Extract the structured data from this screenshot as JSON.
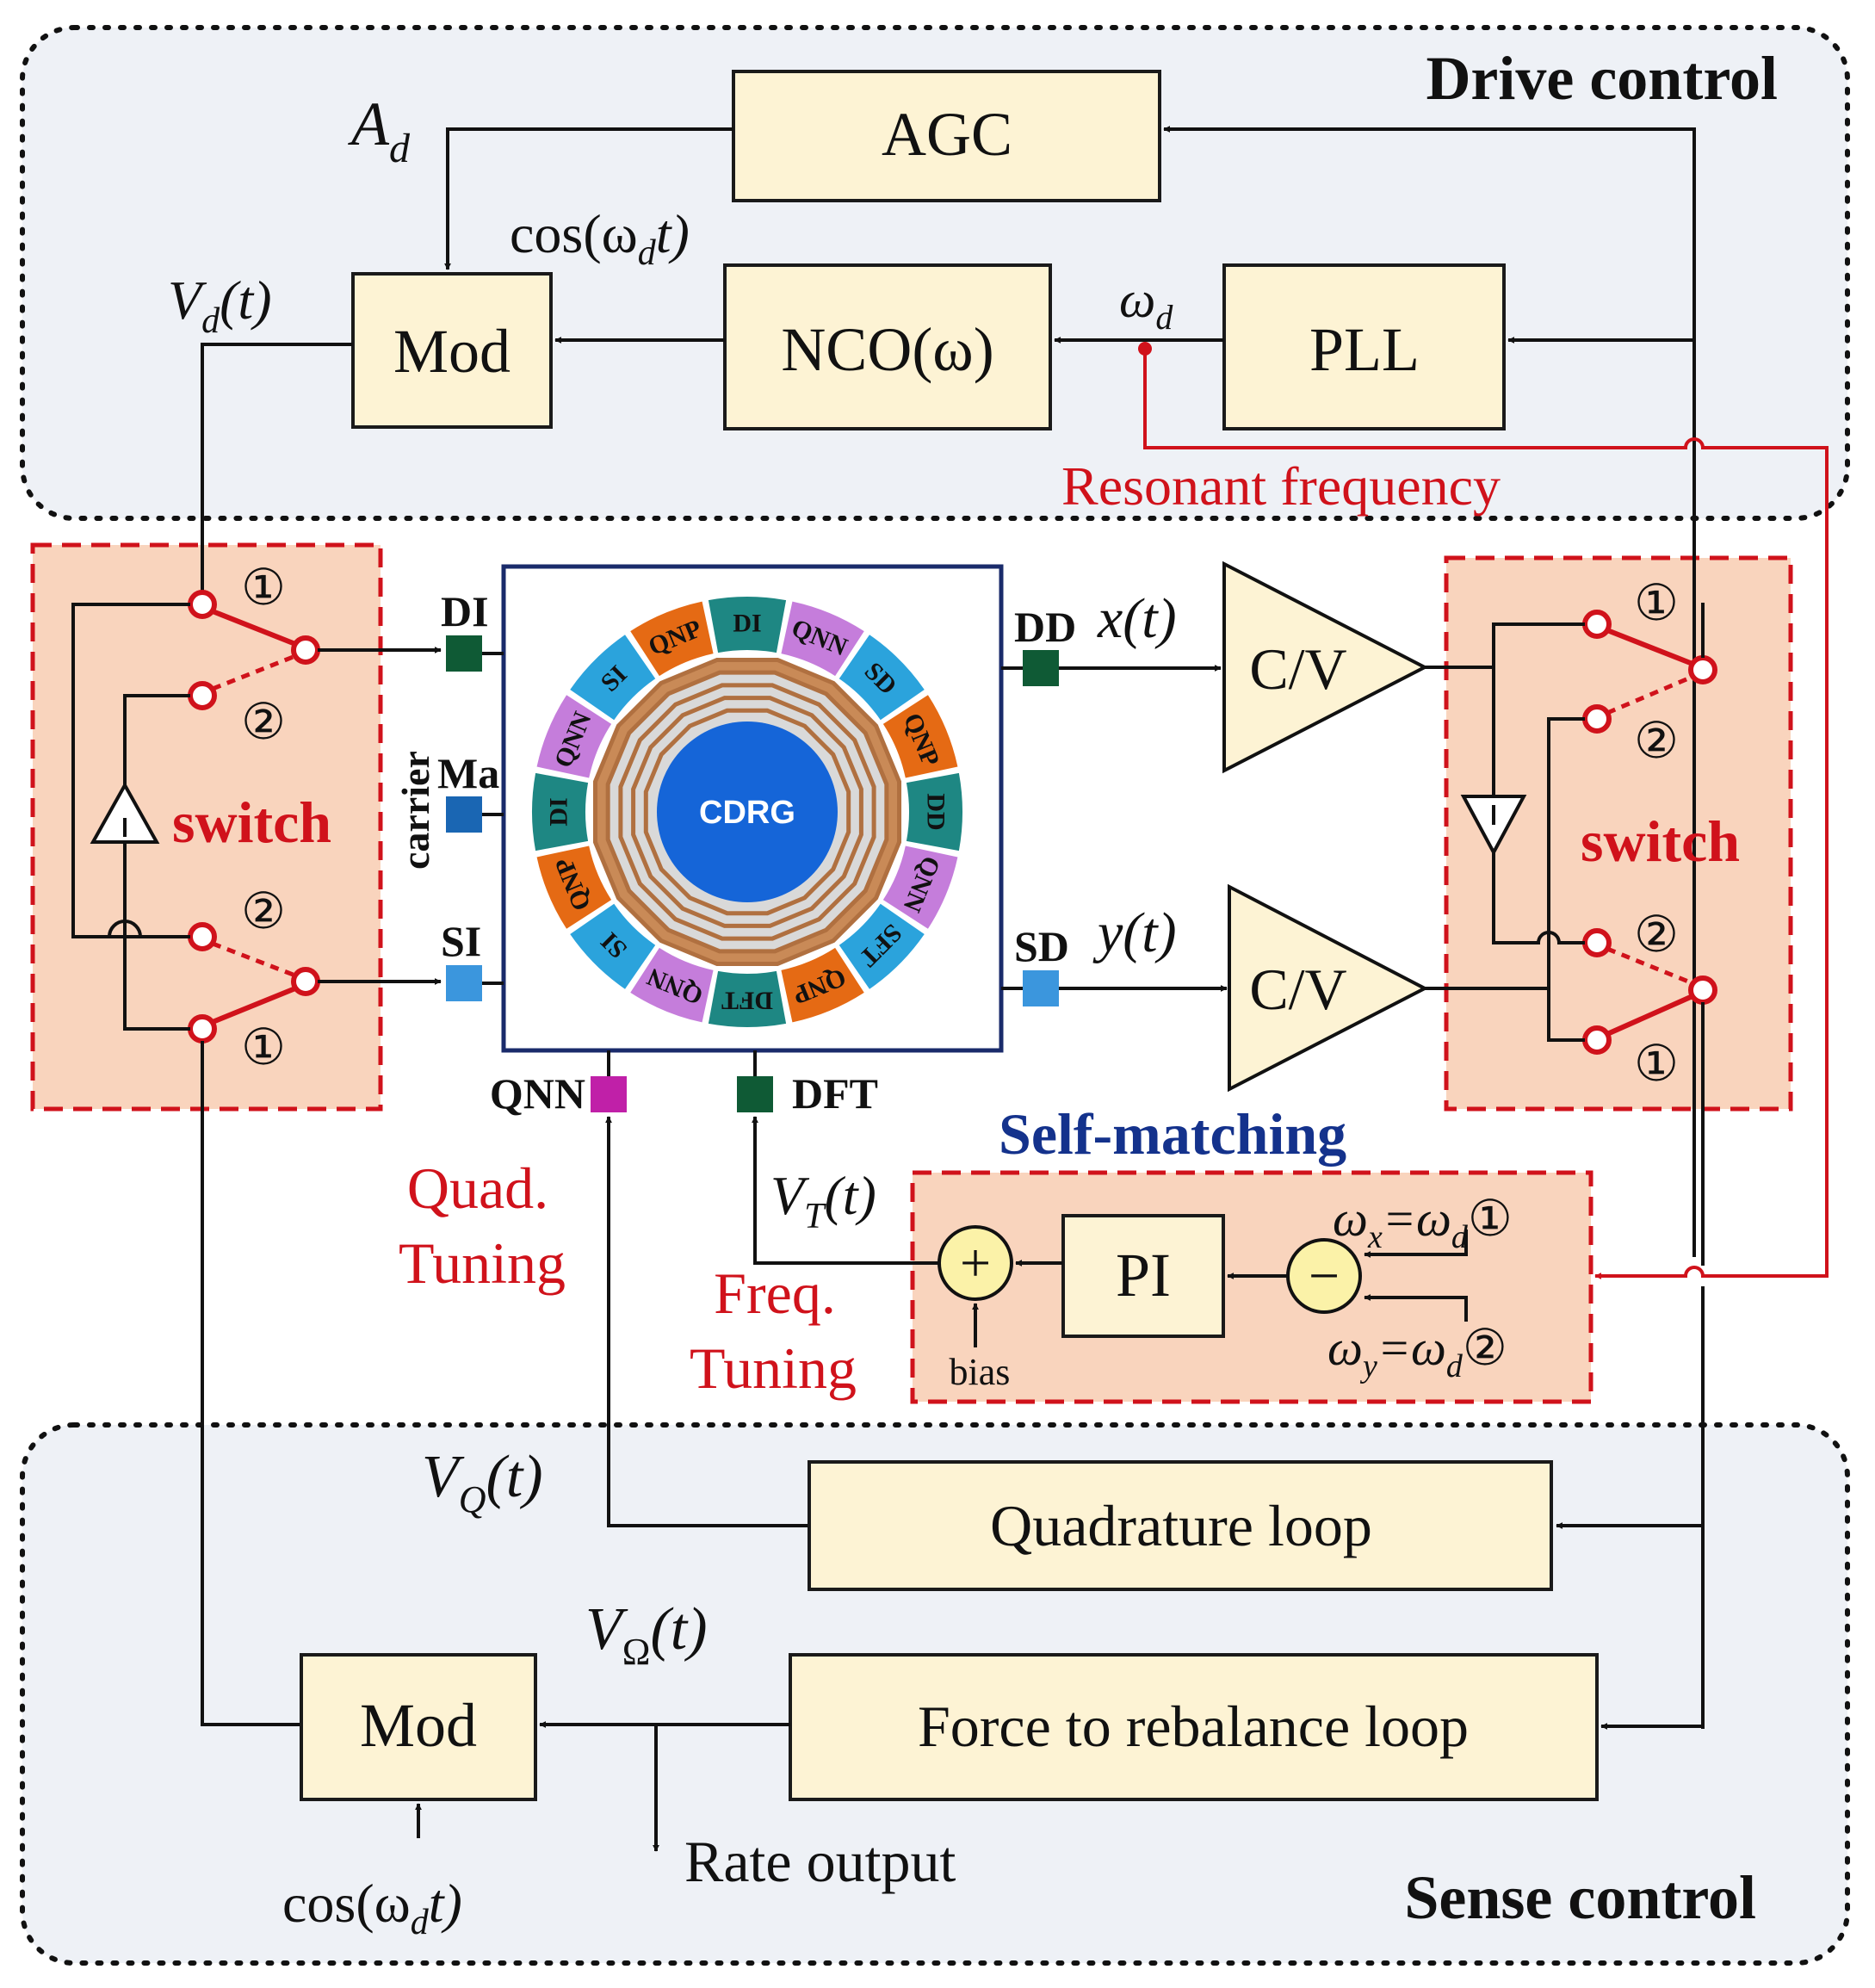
{
  "regions": {
    "drive": "Drive control",
    "sense": "Sense control",
    "self_matching": "Self-matching"
  },
  "blocks": {
    "agc": "AGC",
    "mod_top": "Mod",
    "nco": "NCO(ω)",
    "pll": "PLL",
    "cv_x": "C/V",
    "cv_y": "C/V",
    "pi": "PI",
    "quad_loop": "Quadrature loop",
    "ftr_loop": "Force to rebalance loop",
    "mod_bottom": "Mod",
    "sum_plus": "+",
    "sum_minus": "−"
  },
  "signals": {
    "ad_main": "A",
    "ad_sub": "d",
    "cos_top": "cos(ω",
    "cos_top_sub": "d",
    "cos_top_end": "t)",
    "vd_main": "V",
    "vd_sub": "d",
    "vd_end": "(t)",
    "wd_main": "ω",
    "wd_sub": "d",
    "resonant": "Resonant frequency",
    "xt": "x(t)",
    "yt": "y(t)",
    "vt_main": "V",
    "vt_sub": "T",
    "vt_end": "(t)",
    "quad_tuning_1": "Quad.",
    "quad_tuning_2": "Tuning",
    "freq_tuning_1": "Freq.",
    "freq_tuning_2": "Tuning",
    "wx_eq": "ω",
    "wx_sub": "x",
    "wx_eq2": "=ω",
    "wx_sub2": "d",
    "wx_circ": "①",
    "wy_eq": "ω",
    "wy_sub": "y",
    "wy_eq2": "=ω",
    "wy_sub2": "d",
    "wy_circ": "②",
    "bias": "bias",
    "vq_main": "V",
    "vq_sub": "Q",
    "vq_end": "(t)",
    "vo_main": "V",
    "vo_sub": "Ω",
    "vo_end": "(t)",
    "rate": "Rate output",
    "cos_bot": "cos(ω",
    "cos_bot_sub": "d",
    "cos_bot_end": "t)"
  },
  "switch": {
    "left_label": "switch",
    "right_label": "switch",
    "pos1": "①",
    "pos2": "②"
  },
  "pins": {
    "di": "DI",
    "ma": "Ma",
    "carrier": "carrier",
    "si": "SI",
    "dd": "DD",
    "sd": "SD",
    "qnn": "QNN",
    "dft": "DFT"
  },
  "ring_labels": [
    "DI",
    "QNN",
    "SD",
    "QNP",
    "DD",
    "QNN",
    "SFT",
    "QNP",
    "DFT",
    "QNN",
    "SI",
    "QNP",
    "DI",
    "QNN",
    "SI",
    "QNP"
  ],
  "center": "CDRG",
  "colors": {
    "red": "#d0121b",
    "navy": "#14328c",
    "block_fill": "#fdf3d4",
    "region_fill": "#eef1f6",
    "switch_fill": "#f9d4bd",
    "teal": "#1e8783",
    "blue": "#2ba3dc",
    "purple": "#c57ddb",
    "orange": "#e56a14",
    "pin_dark": "#0f5a35",
    "pin_blue": "#1a66b3",
    "pin_light": "#3b96dd",
    "pin_magenta": "#c020a8"
  }
}
